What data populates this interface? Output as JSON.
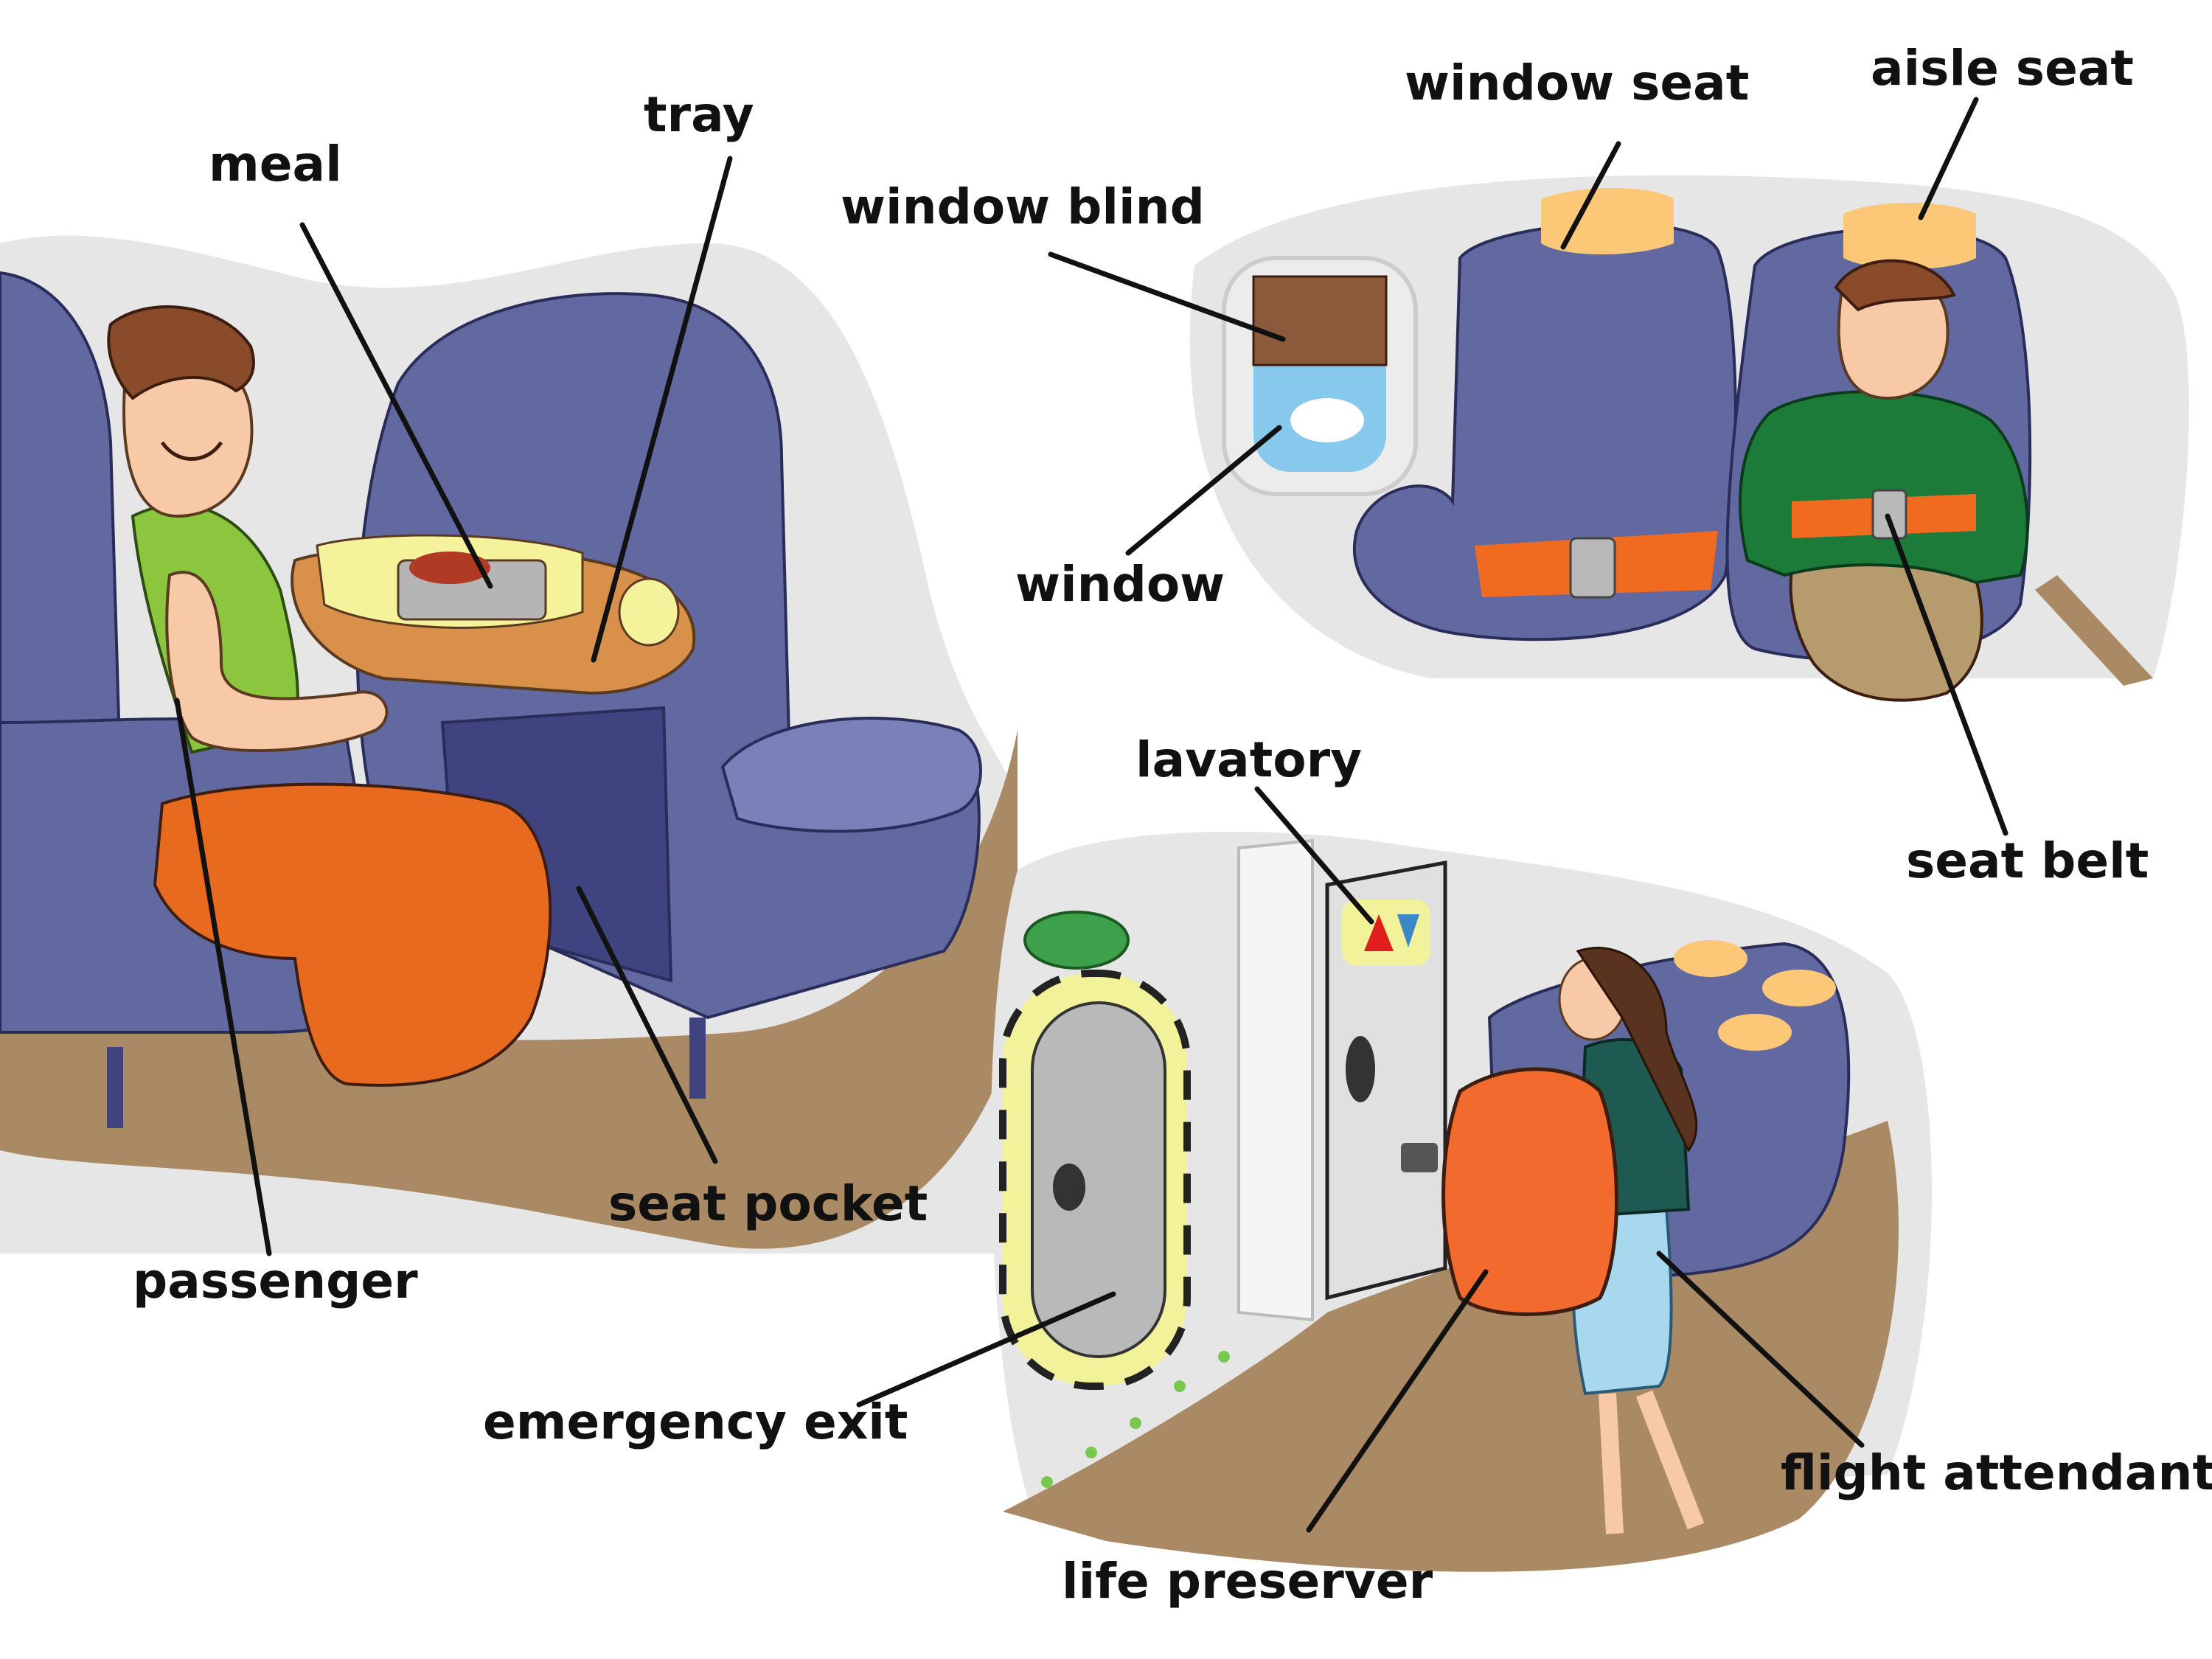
{
  "labels": {
    "meal": "meal",
    "tray": "tray",
    "passenger": "passenger",
    "seat_pocket": "seat pocket",
    "window_blind": "window blind",
    "window": "window",
    "window_seat": "window seat",
    "aisle_seat": "aisle seat",
    "seat_belt": "seat belt",
    "lavatory": "lavatory",
    "emergency_exit": "emergency exit",
    "life_preserver": "life preserver",
    "flight_attendant": "flight attendant"
  },
  "colors": {
    "seat": "#6268a0",
    "seat_dark": "#3f4380",
    "headrest": "#fcc877",
    "floor": "#a98a64",
    "backdrop": "#e5e5e5",
    "belt": "#f06a20",
    "shirt_green": "#8cc63f",
    "sweater_green": "#1d7b3a",
    "blanket_orange": "#e76a1e",
    "tray": "#d9904a",
    "door_gray": "#b9b9b9",
    "exit_sign": "#3da04a",
    "hazard_yellow": "#f2f29a",
    "dress_blue": "#a8d8ee",
    "lifevest_orange": "#f26a2d",
    "leader_line": "#111111"
  }
}
